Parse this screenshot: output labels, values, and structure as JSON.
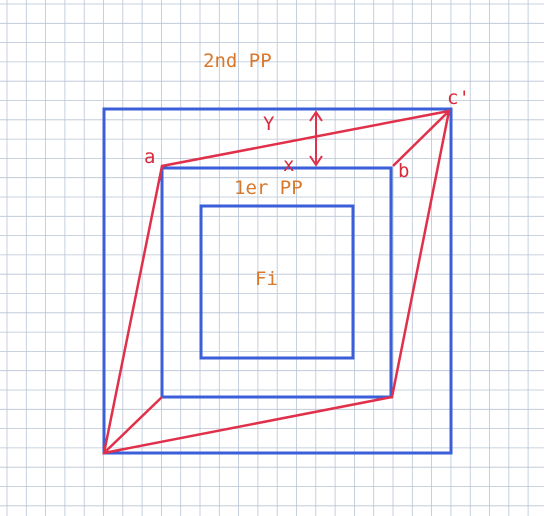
{
  "colors": {
    "grid": "#b9c4d6",
    "square": "#3a5fd9",
    "polygon": "#e0304a",
    "label_orange": "#d9782a",
    "label_red": "#d92a3a"
  },
  "labels": {
    "second_pp": "2nd PP",
    "first_pp": "1er PP",
    "fi": "Fi",
    "point_a": "a",
    "point_b": "b",
    "point_c_prime": "c'",
    "y": "Y",
    "x": "x"
  }
}
